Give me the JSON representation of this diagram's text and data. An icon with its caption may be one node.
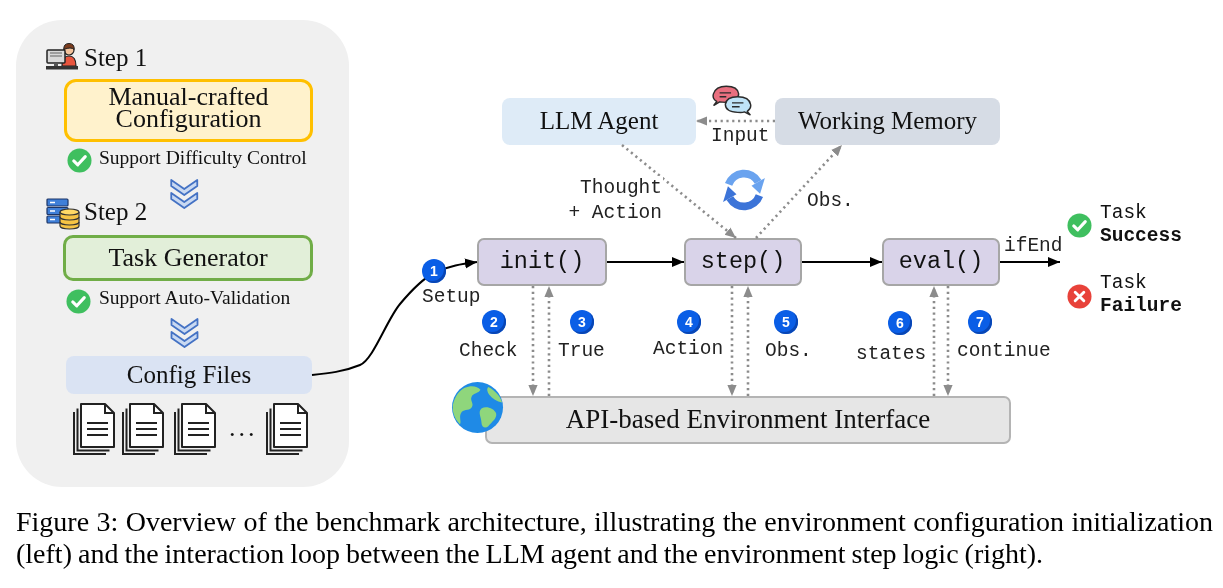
{
  "diagram": {
    "caption": "Figure 3: Overview of the benchmark architecture, illustrating the environment configuration initialization (left) and the interaction loop between the LLM agent and the environment step logic (right).",
    "nodes": [
      {
        "text": [],
        "shape": "box"
      },
      {
        "text": [
          "Manual-crafted Configuration"
        ],
        "in": 0,
        "beside": [
          "Support Difficulty Control"
        ]
      },
      {
        "text": [
          "Task Generator"
        ],
        "in": 0,
        "beside": [
          "Support Auto-Validation"
        ]
      },
      {
        "text": [
          "Config Files"
        ],
        "in": 0
      },
      {
        "text": [
          "LLM Agent"
        ]
      },
      {
        "text": [
          "Working Memory"
        ]
      },
      {
        "text": [
          "init()"
        ]
      },
      {
        "text": [
          "step()"
        ]
      },
      {
        "text": [
          "eval()"
        ]
      },
      {
        "text": [
          "API-based Environment Interface"
        ]
      }
    ],
    "edges": [
      {
        "from": 1,
        "to": 2,
        "arrow": "to",
        "color": "#4472c4"
      },
      {
        "from": 2,
        "to": 3,
        "arrow": "to",
        "color": "#4472c4"
      },
      {
        "from": 3,
        "to": 6,
        "arrow": "to",
        "label": "Setup",
        "color": "#000000"
      },
      {
        "from": 5,
        "to": 4,
        "arrow": "to",
        "label": "Input",
        "style": "dashed"
      },
      {
        "from": 4,
        "to": 7,
        "arrow": "to",
        "label": "Thought + Action",
        "style": "dashed"
      },
      {
        "from": 7,
        "to": 5,
        "arrow": "to",
        "label": "Obs.",
        "style": "dashed"
      },
      {
        "from": 6,
        "to": 7,
        "arrow": "to",
        "color": "#000000"
      },
      {
        "from": 7,
        "to": 8,
        "arrow": "to",
        "color": "#000000"
      },
      {
        "from": 8,
        "to": null,
        "arrow": "to",
        "label": "ifEnd",
        "color": "#000000"
      },
      {
        "from": 6,
        "to": 9,
        "arrow": "to",
        "label": "Check",
        "style": "dashed"
      },
      {
        "from": 9,
        "to": 6,
        "arrow": "to",
        "label": "True",
        "style": "dashed"
      },
      {
        "from": 7,
        "to": 9,
        "arrow": "to",
        "label": "Action",
        "style": "dashed"
      },
      {
        "from": 9,
        "to": 7,
        "arrow": "to",
        "label": "Obs.",
        "style": "dashed"
      },
      {
        "from": 9,
        "to": 8,
        "arrow": "to",
        "label": "states",
        "style": "dashed"
      },
      {
        "from": 8,
        "to": 9,
        "arrow": "to",
        "label": "continue",
        "style": "dashed"
      }
    ],
    "labels": [
      "Step 1",
      "Step 2",
      "...",
      "1",
      "2",
      "3",
      "4",
      "5",
      "6",
      "7",
      "Task **Success**",
      "Task **Failure**"
    ]
  }
}
